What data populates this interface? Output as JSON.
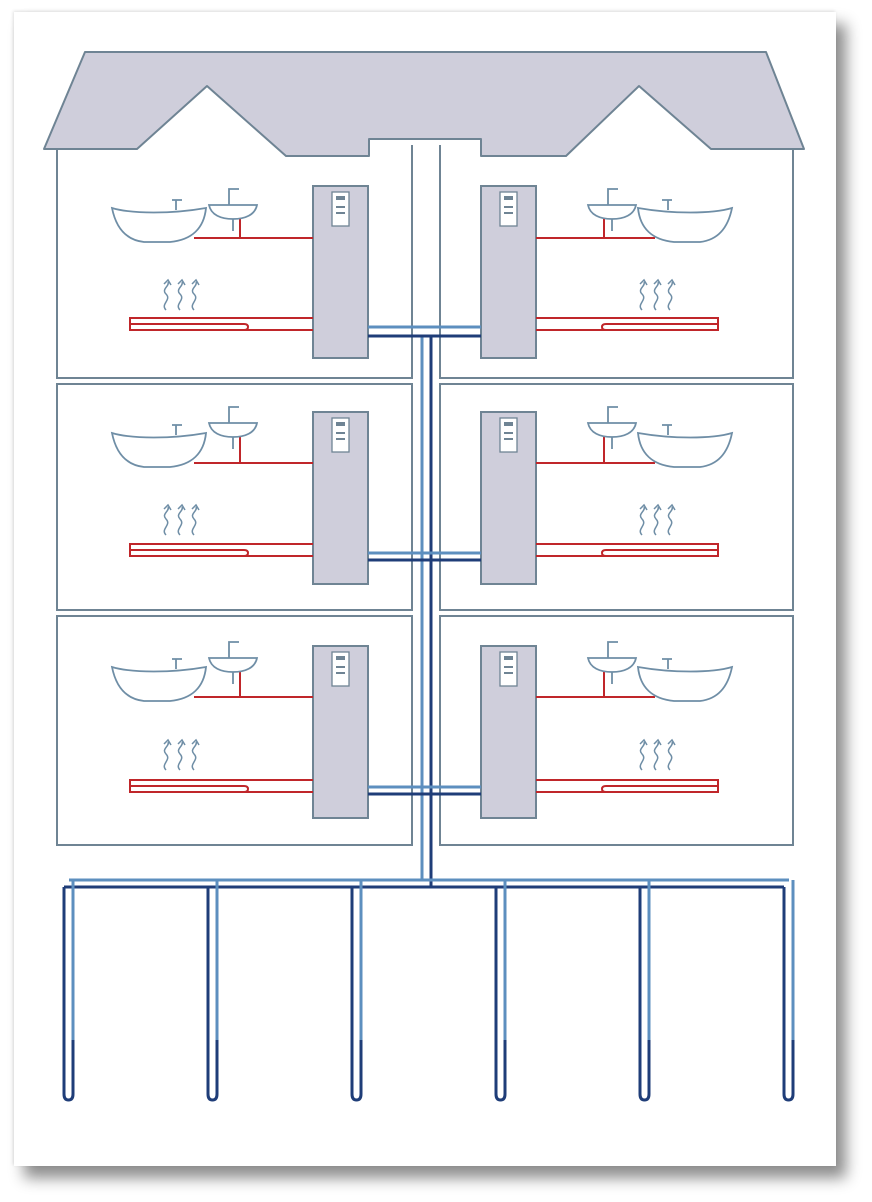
{
  "diagram": {
    "kind": "building ground-source heat pump distribution",
    "floors": 3,
    "apartments_per_floor": 2,
    "ground_loops": 6,
    "apartment_equipment": [
      "bathtub-icon",
      "washbasin-icon",
      "heat-pump-unit",
      "underfloor-heating-coil",
      "warm-air-icon"
    ],
    "colors": {
      "outline": "#6f8494",
      "roof_fill": "#cfcedb",
      "unit_fill": "#cfcedb",
      "hot_water": "#c0262a",
      "supply_pipe": "#1f3d78",
      "return_pipe": "#5d8fbf",
      "fixture": "#6f8ea6"
    }
  }
}
